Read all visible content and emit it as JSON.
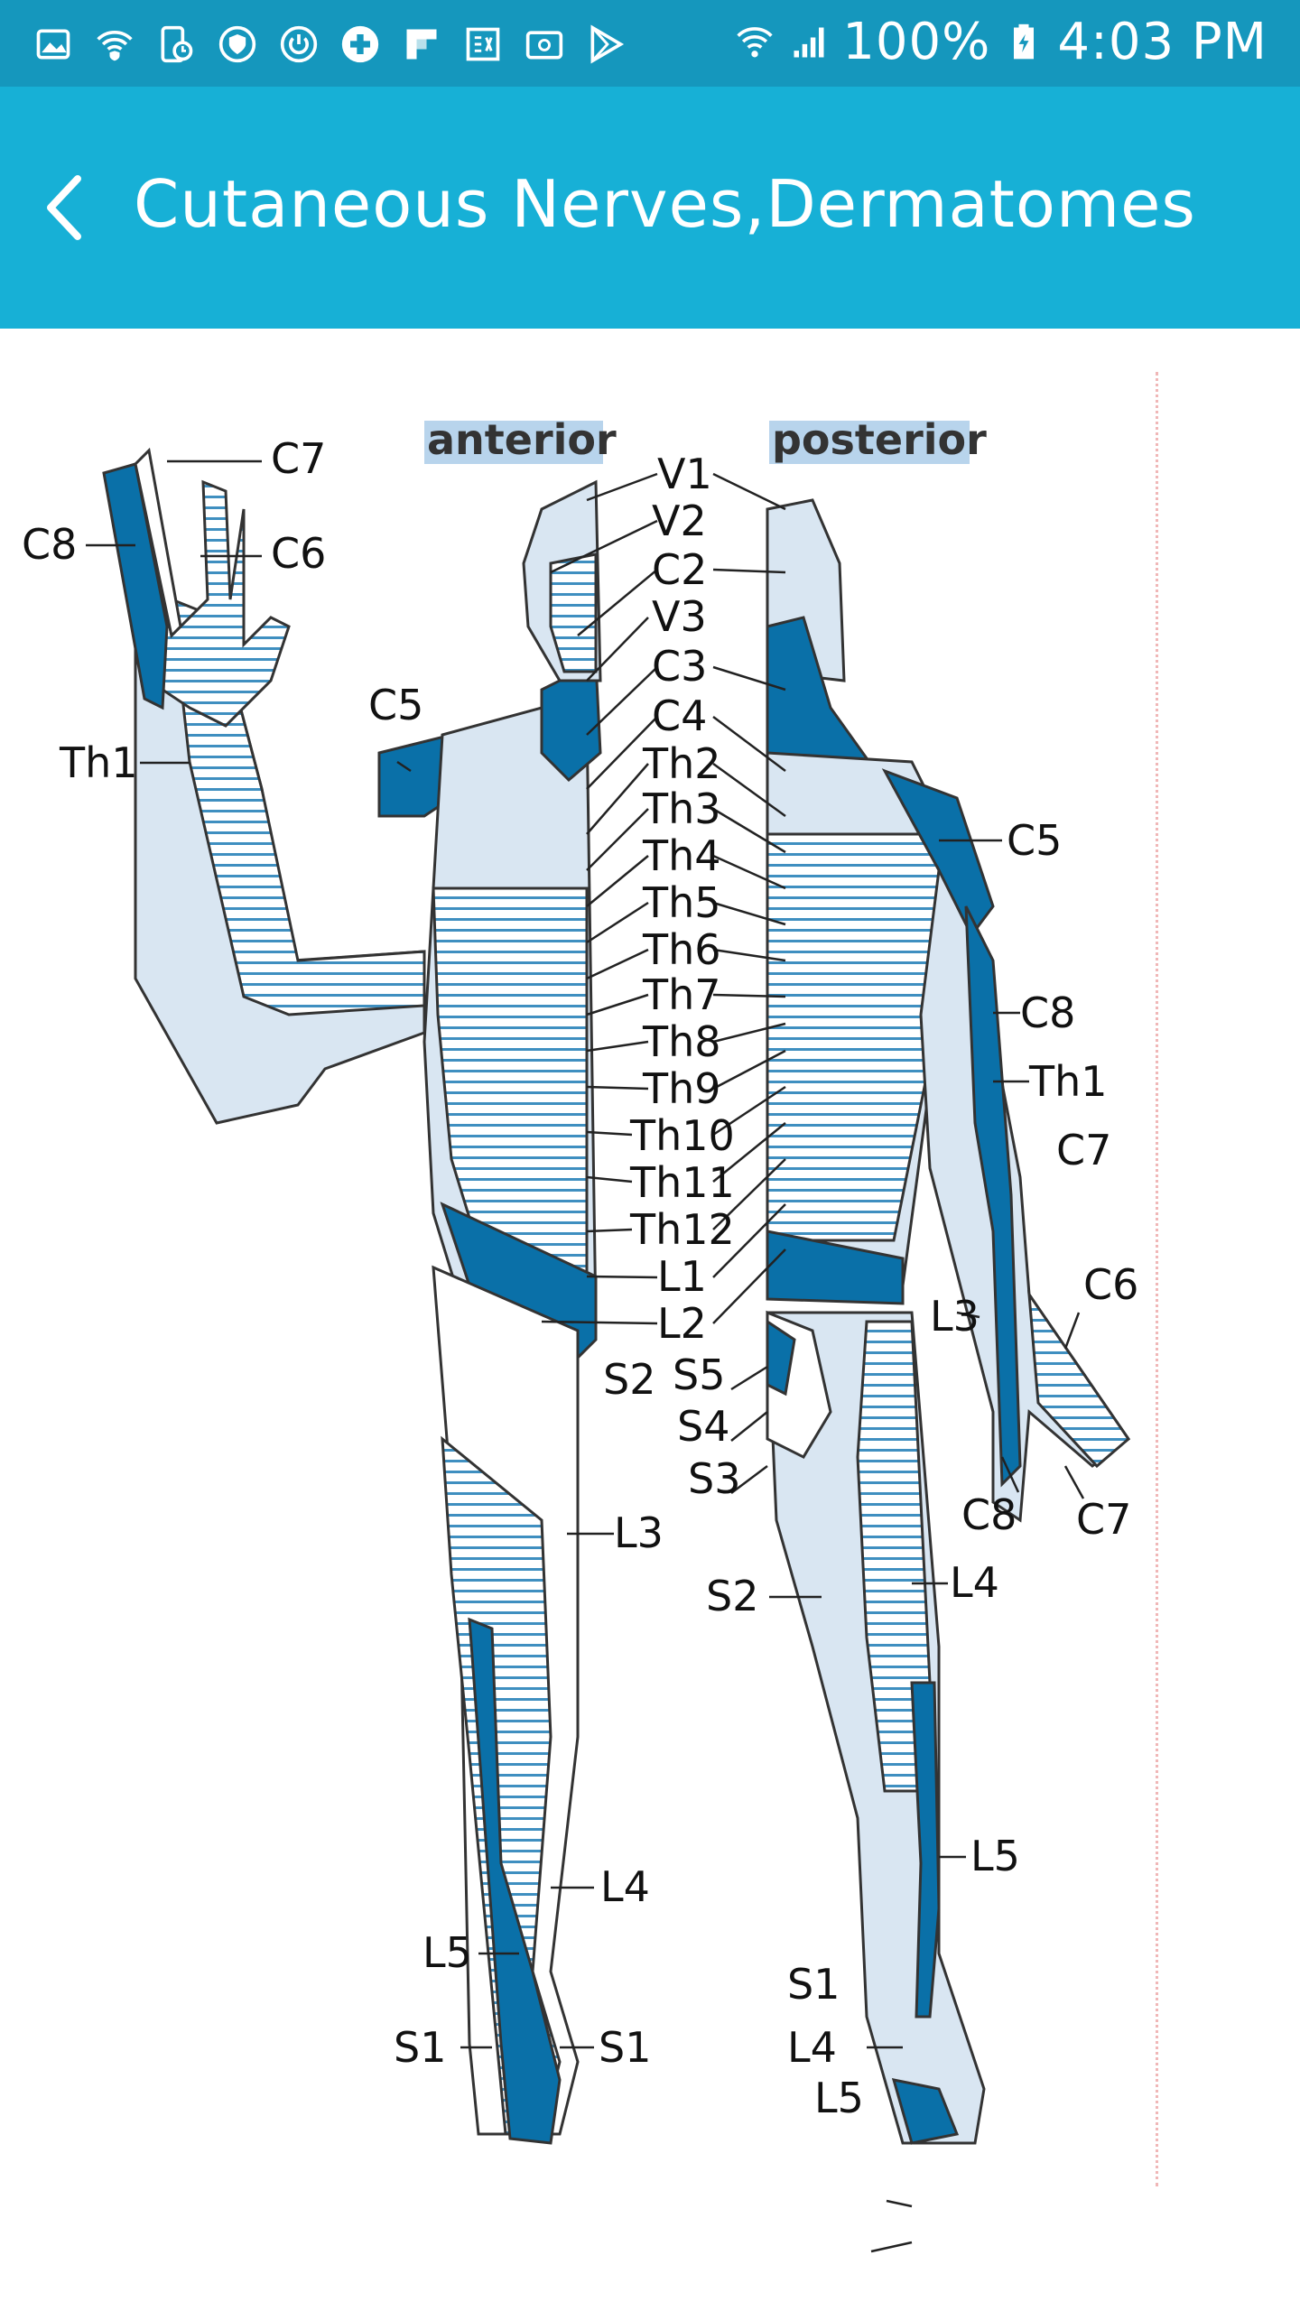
{
  "status_bar": {
    "battery": "100%",
    "time": "4:03 PM",
    "icons": [
      "image-icon",
      "wifi-shield-icon",
      "device-clock-icon",
      "shield-icon",
      "power-icon",
      "health-plus-icon",
      "flipboard-icon",
      "scan-icon",
      "email-icon",
      "play-store-icon",
      "wifi-icon",
      "signal-icon",
      "battery-icon"
    ]
  },
  "app_bar": {
    "back_icon": "chevron-left-icon",
    "title": "Cutaneous Nerves,Dermatomes"
  },
  "diagram": {
    "colors": {
      "dark_blue": "#0a70a8",
      "light_blue": "#d9e6f2",
      "stripe": "#3f8fc0",
      "outline": "#333333",
      "label_bg": "#b8d4ec"
    },
    "headers": {
      "anterior": "anterior",
      "posterior": "posterior"
    },
    "labels": {
      "c7_hand_top": "C7",
      "c8_hand_left": "C8",
      "c6_hand_top": "C6",
      "th1_arm_left": "Th1",
      "c5_shoulder_left": "C5",
      "v1": "V1",
      "v2": "V2",
      "c2": "C2",
      "v3": "V3",
      "c3": "C3",
      "c4": "C4",
      "th2": "Th2",
      "th3": "Th3",
      "th4": "Th4",
      "th5": "Th5",
      "th6": "Th6",
      "th7": "Th7",
      "th8": "Th8",
      "th9": "Th9",
      "th10": "Th10",
      "th11": "Th11",
      "th12": "Th12",
      "l1": "L1",
      "l2": "L2",
      "s2_front": "S2",
      "s5": "S5",
      "s4": "S4",
      "s3": "S3",
      "l3_front": "L3",
      "s2_back": "S2",
      "c5_back": "C5",
      "c8_back": "C8",
      "th1_back": "Th1",
      "c7_back": "C7",
      "c6_back": "C6",
      "c8_hand_back": "C8",
      "c7_hand_back": "C7",
      "l3_back": "L3",
      "l4_back": "L4",
      "l5_back": "L5",
      "l4_front": "L4",
      "l5_front": "L5",
      "s1_front_left": "S1",
      "s1_front_right": "S1",
      "s1_back": "S1",
      "l4_heel": "L4",
      "l5_heel": "L5"
    }
  }
}
